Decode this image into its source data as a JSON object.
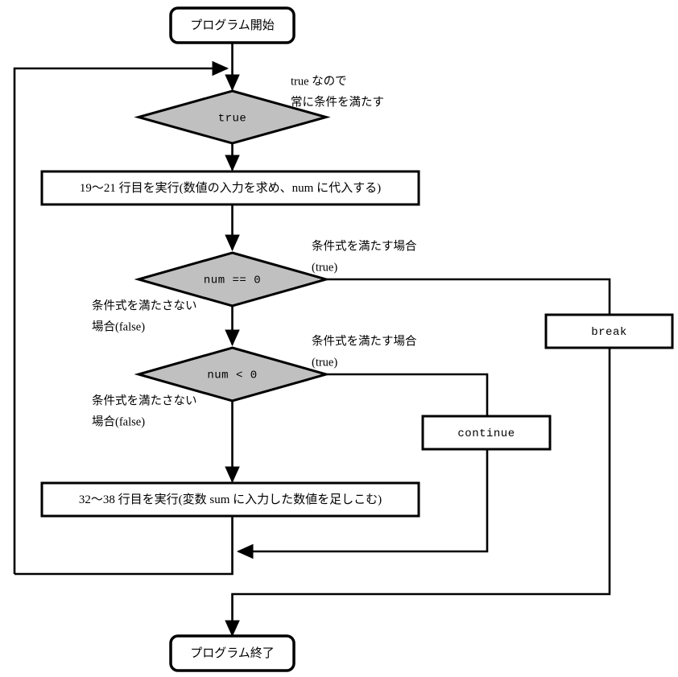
{
  "diagram": {
    "title": "while-loop flowchart with break and continue",
    "colors": {
      "decision_fill": "#c0c0c0",
      "node_fill": "#ffffff",
      "stroke": "#000000",
      "background": "#ffffff"
    },
    "nodes": {
      "start": {
        "label": "プログラム開始",
        "shape": "terminal"
      },
      "loop_condition": {
        "label": "true",
        "shape": "decision"
      },
      "input_process": {
        "label": "19〜21 行目を実行(数値の入力を求め、num に代入する)",
        "shape": "process"
      },
      "check_zero": {
        "label": "num == 0",
        "shape": "decision"
      },
      "check_negative": {
        "label": "num < 0",
        "shape": "decision"
      },
      "break_stmt": {
        "label": "break",
        "shape": "process"
      },
      "continue_stmt": {
        "label": "continue",
        "shape": "process"
      },
      "sum_process": {
        "label": "32〜38 行目を実行(変数 sum に入力した数値を足しこむ)",
        "shape": "process"
      },
      "end": {
        "label": "プログラム終了",
        "shape": "terminal"
      }
    },
    "annotations": {
      "loop_always_true": {
        "line1": "true なので",
        "line2": "常に条件を満たす"
      },
      "zero_true": {
        "line1": "条件式を満たす場合",
        "line2": "(true)"
      },
      "zero_false": {
        "line1": "条件式を満たさない",
        "line2": "場合(false)"
      },
      "negative_true": {
        "line1": "条件式を満たす場合",
        "line2": "(true)"
      },
      "negative_false": {
        "line1": "条件式を満たさない",
        "line2": "場合(false)"
      }
    }
  }
}
